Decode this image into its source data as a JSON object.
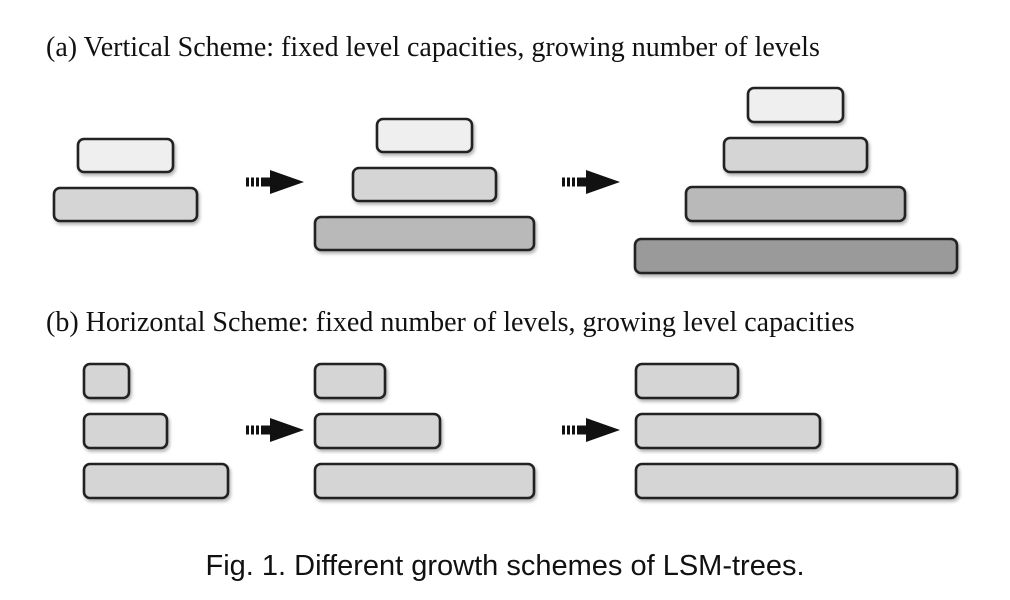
{
  "figure": {
    "scheme_a": {
      "heading": "(a) Vertical Scheme: fixed level capacities, growing number of levels",
      "stages": [
        {
          "levels": [
            {
              "shade": 1
            },
            {
              "shade": 2
            }
          ]
        },
        {
          "levels": [
            {
              "shade": 1
            },
            {
              "shade": 2
            },
            {
              "shade": 3
            }
          ]
        },
        {
          "levels": [
            {
              "shade": 1
            },
            {
              "shade": 2
            },
            {
              "shade": 3
            },
            {
              "shade": 4
            }
          ]
        }
      ]
    },
    "scheme_b": {
      "heading": "(b) Horizontal Scheme: fixed number of levels, growing level capacities",
      "stages": [
        {
          "levels": [
            {
              "shade": 2
            },
            {
              "shade": 2
            },
            {
              "shade": 2
            }
          ]
        },
        {
          "levels": [
            {
              "shade": 2
            },
            {
              "shade": 2
            },
            {
              "shade": 2
            }
          ]
        },
        {
          "levels": [
            {
              "shade": 2
            },
            {
              "shade": 2
            },
            {
              "shade": 2
            }
          ]
        }
      ]
    },
    "caption": "Fig. 1.  Different growth schemes of LSM-trees."
  },
  "colors": {
    "outline": "#222222",
    "shade_1": "#efefef",
    "shade_2": "#d5d5d5",
    "shade_3": "#b9b9b9",
    "shade_4": "#9a9a9a",
    "arrow": "#111111"
  }
}
